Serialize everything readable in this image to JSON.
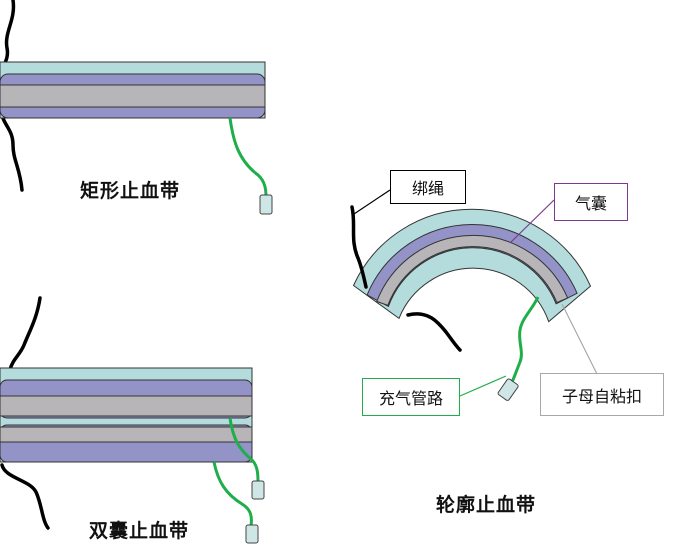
{
  "captions": {
    "rect_tourniquet": "矩形止血带",
    "double_bladder_tourniquet": "双囊止血带",
    "contour_tourniquet": "轮廓止血带"
  },
  "callouts": {
    "strap": "绑绳",
    "bladder": "气囊",
    "inflation_tube": "充气管路",
    "hook_loop": "子母自粘扣"
  },
  "colors": {
    "outer_sleeve": "#b4dcdc",
    "bladder": "#9393c8",
    "inner_fill": "#b8b5b8",
    "tube": "#1fae4a",
    "bladder_callout_border": "#7a3b8f",
    "tube_callout_border": "#1fae4a",
    "hook_callout_border": "#a8a8a8"
  }
}
